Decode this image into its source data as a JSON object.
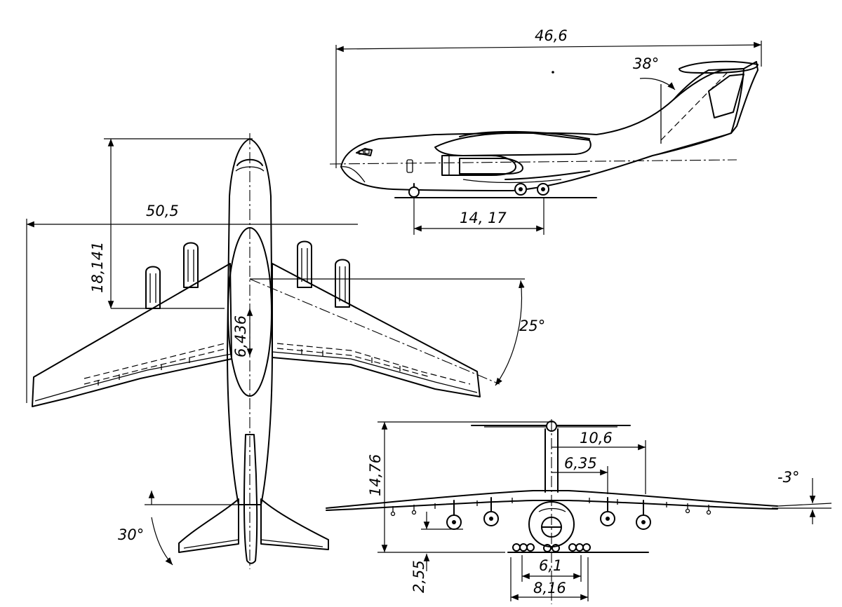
{
  "dimensions": {
    "overall_length": "46,6",
    "wheelbase": "14, 17",
    "wingspan": "50,5",
    "wing_root_offset": "18,141",
    "fuselage_section": "6,436",
    "wing_sweep": "25°",
    "fin_sweep": "38°",
    "tailplane_sweep": "30°",
    "height": "14,76",
    "tailplane_half_span": "10,6",
    "outer_engine_spacing": "6,35",
    "anhedral": "-3°",
    "ground_clearance": "2,55",
    "main_gear_track_inner": "6,1",
    "main_gear_track_outer": "8,16"
  }
}
